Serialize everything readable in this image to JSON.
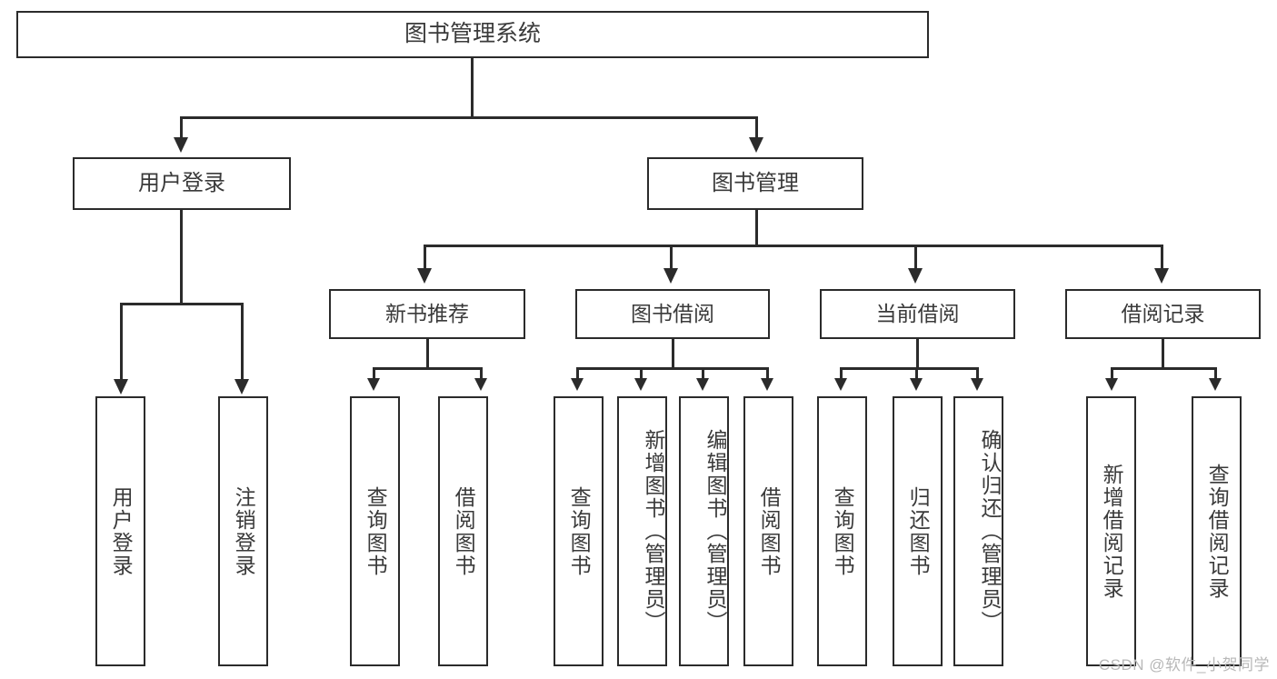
{
  "diagram": {
    "title": "图书管理系统",
    "type": "tree-hierarchy",
    "root": {
      "label": "图书管理系统"
    },
    "level2": [
      {
        "label": "用户登录"
      },
      {
        "label": "图书管理"
      }
    ],
    "level3": [
      {
        "label": "新书推荐"
      },
      {
        "label": "图书借阅"
      },
      {
        "label": "当前借阅"
      },
      {
        "label": "借阅记录"
      }
    ],
    "leaves": {
      "user_login": [
        {
          "label": "用户登录"
        },
        {
          "label": "注销登录"
        }
      ],
      "new_book_recommend": [
        {
          "label": "查询图书"
        },
        {
          "label": "借阅图书"
        }
      ],
      "book_borrow": [
        {
          "label": "查询图书"
        },
        {
          "label": "新增图书（管理员）"
        },
        {
          "label": "编辑图书（管理员）"
        },
        {
          "label": "借阅图书"
        }
      ],
      "current_borrow": [
        {
          "label": "查询图书"
        },
        {
          "label": "归还图书"
        },
        {
          "label": "确认归还（管理员）"
        }
      ],
      "borrow_record": [
        {
          "label": "新增借阅记录"
        },
        {
          "label": "查询借阅记录"
        }
      ]
    }
  },
  "watermark": {
    "text": "CSDN @软件_小贺同学"
  },
  "colors": {
    "stroke": "#2b2b2b",
    "text": "#3a3a3a",
    "background": "#ffffff",
    "watermark": "#b8b8b8"
  }
}
